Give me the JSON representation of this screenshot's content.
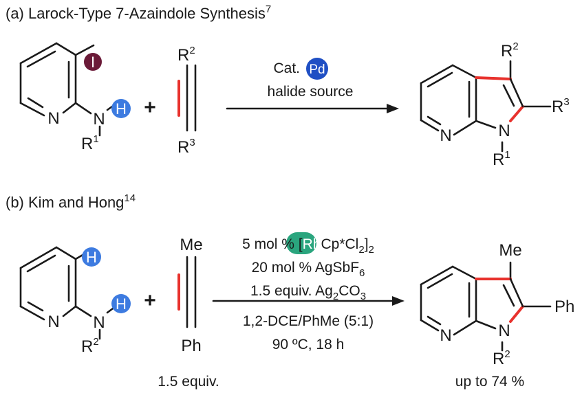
{
  "panel_a": {
    "title": "(a) Larock-Type 7-Azaindole Synthesis",
    "title_ref": "7",
    "reactant_atoms": {
      "iodo": "I",
      "n_ring": "N",
      "n_amine": "N",
      "h": "H",
      "r1": "R",
      "r1_sup": "1"
    },
    "plus": "+",
    "alkyne": {
      "top": "R",
      "top_sup": "2",
      "bottom": "R",
      "bottom_sup": "3"
    },
    "conditions": {
      "cat": "Cat.",
      "pd": "Pd",
      "line2": "halide source"
    },
    "product": {
      "r2": "R",
      "r2_sup": "2",
      "r3": "R",
      "r3_sup": "3",
      "n_ring": "N",
      "n_pyrrole": "N",
      "r1": "R",
      "r1_sup": "1"
    }
  },
  "panel_b": {
    "title": "(b) Kim and Hong",
    "title_ref": "14",
    "reactant_atoms": {
      "h_top": "H",
      "h_n": "H",
      "n_ring": "N",
      "n_amine": "N",
      "r2": "R",
      "r2_sup": "2"
    },
    "plus": "+",
    "alkyne": {
      "top": "Me",
      "bottom": "Ph",
      "equiv": "1.5 equiv."
    },
    "conditions": {
      "l1_pre": "5 mol % [",
      "l1_rh": "Rh",
      "l1_mid": "Cp*Cl",
      "l1_sub": "2",
      "l1_close": "]",
      "l1_sub2": "2",
      "l2": "20 mol % AgSbF",
      "l2_sub": "6",
      "l3": "1.5 equiv. Ag",
      "l3_sub1": "2",
      "l3_mid": "CO",
      "l3_sub2": "3",
      "l4": "1,2-DCE/PhMe (5:1)",
      "l5": "90 ºC, 18 h"
    },
    "product": {
      "me": "Me",
      "ph": "Ph",
      "n_ring": "N",
      "n_pyrrole": "N",
      "r2": "R",
      "r2_sup": "2",
      "yield": "up to 74 %"
    }
  },
  "colors": {
    "iodine": "#6b1a38",
    "hydrogen": "#3d7be0",
    "palladium": "#1f4fc4",
    "rhodium": "#2aa57e",
    "new_bond": "#e8322d"
  }
}
